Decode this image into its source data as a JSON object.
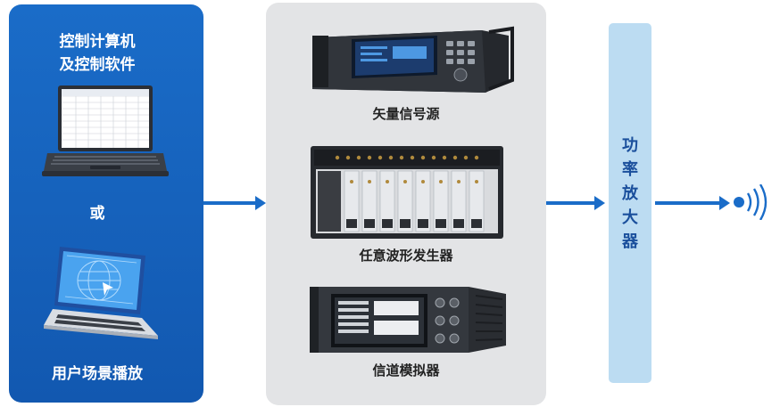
{
  "control": {
    "title_line1": "控制计算机",
    "title_line2": "及控制软件",
    "or_label": "或",
    "scenario_label": "用户场景播放"
  },
  "devices": [
    {
      "label": "矢量信号源"
    },
    {
      "label": "任意波形发生器"
    },
    {
      "label": "信道模拟器"
    }
  ],
  "amplifier": {
    "chars": [
      "功",
      "率",
      "放",
      "大",
      "器"
    ]
  },
  "colors": {
    "control_panel": "#1565c0",
    "device_panel": "#e3e4e6",
    "amplifier_bar": "#bcdcf2",
    "arrow": "#1a6cc8"
  }
}
